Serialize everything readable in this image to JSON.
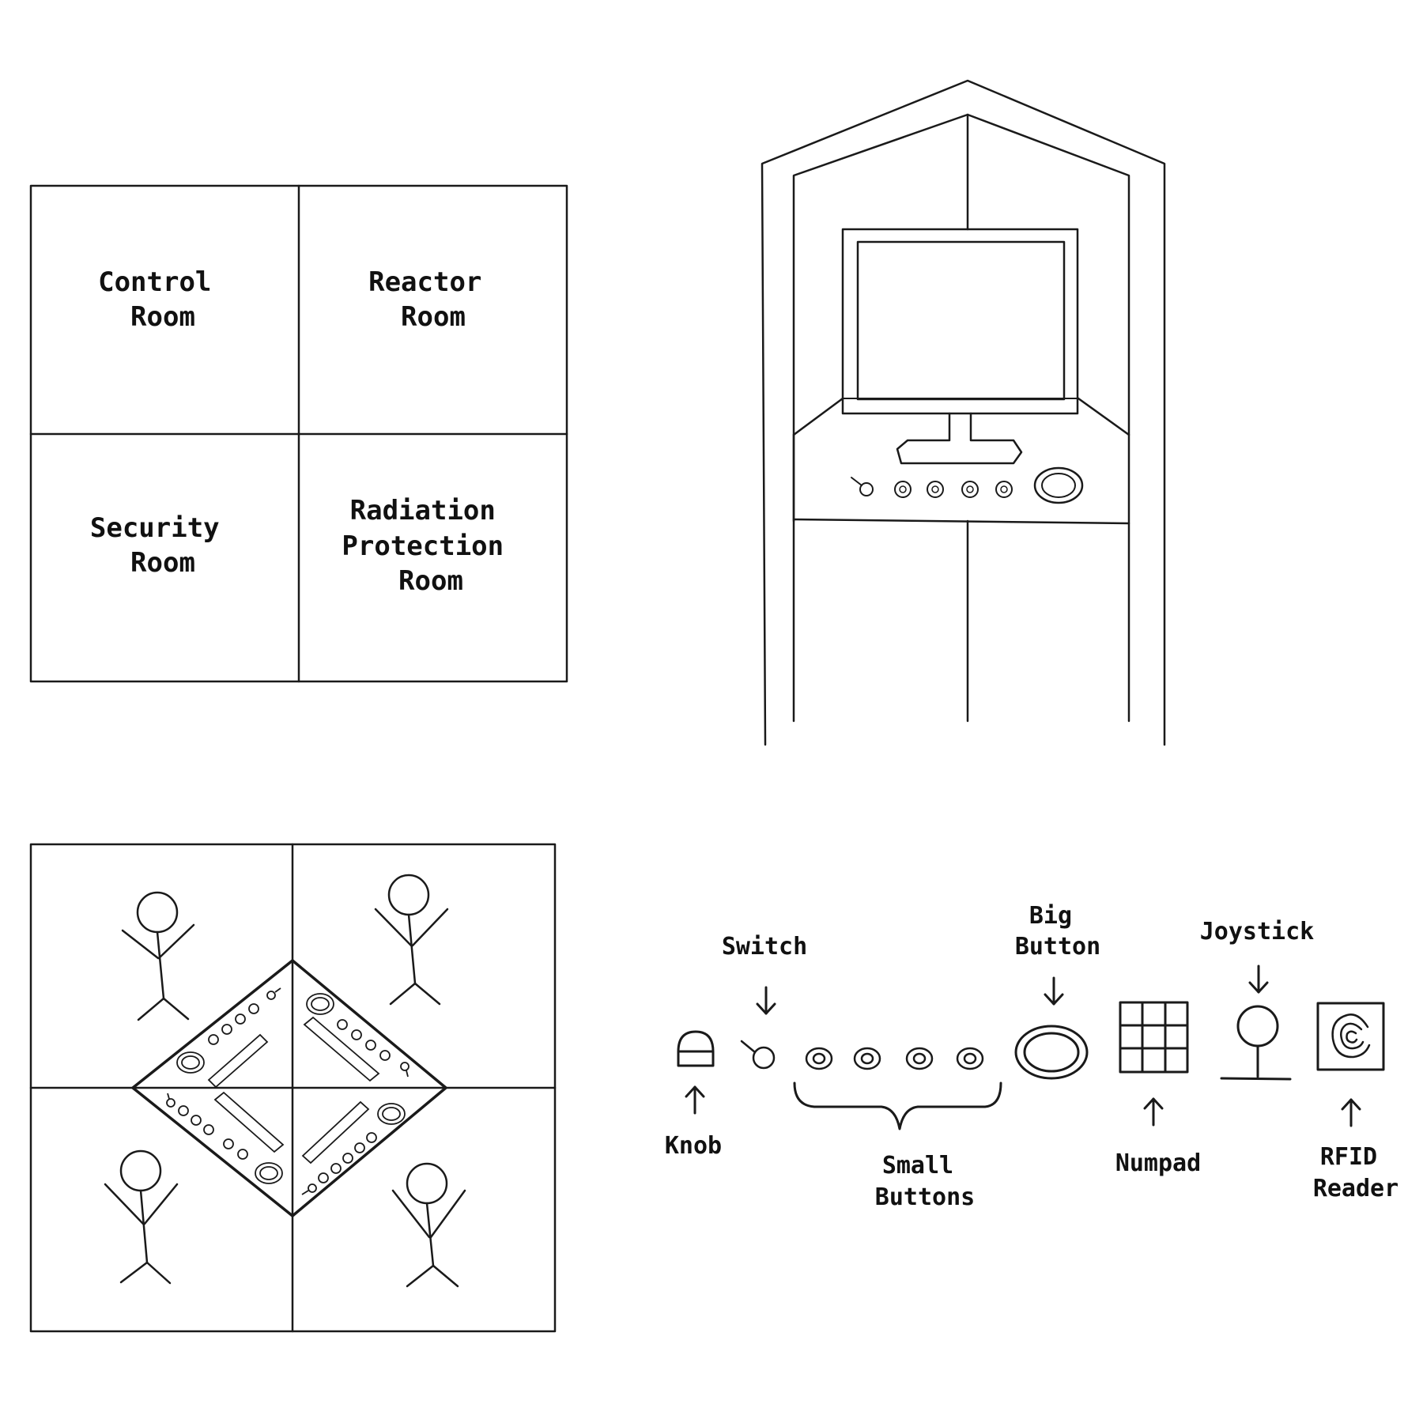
{
  "floor_plan": {
    "rooms": [
      {
        "lines": [
          "Control",
          "Room"
        ]
      },
      {
        "lines": [
          "Reactor",
          "Room"
        ]
      },
      {
        "lines": [
          "Security",
          "Room"
        ]
      },
      {
        "lines": [
          "Radiation",
          "Protection",
          "Room"
        ]
      }
    ]
  },
  "controls_legend": {
    "knob": [
      "Knob"
    ],
    "switch": [
      "Switch"
    ],
    "small_buttons": [
      "Small",
      "Buttons"
    ],
    "big_button": [
      "Big",
      "Button"
    ],
    "numpad": [
      "Numpad"
    ],
    "joystick": [
      "Joystick"
    ],
    "rfid_reader": [
      "RFID",
      "Reader"
    ]
  },
  "colors": {
    "ink": "#1a1a1a",
    "background": "#ffffff"
  }
}
